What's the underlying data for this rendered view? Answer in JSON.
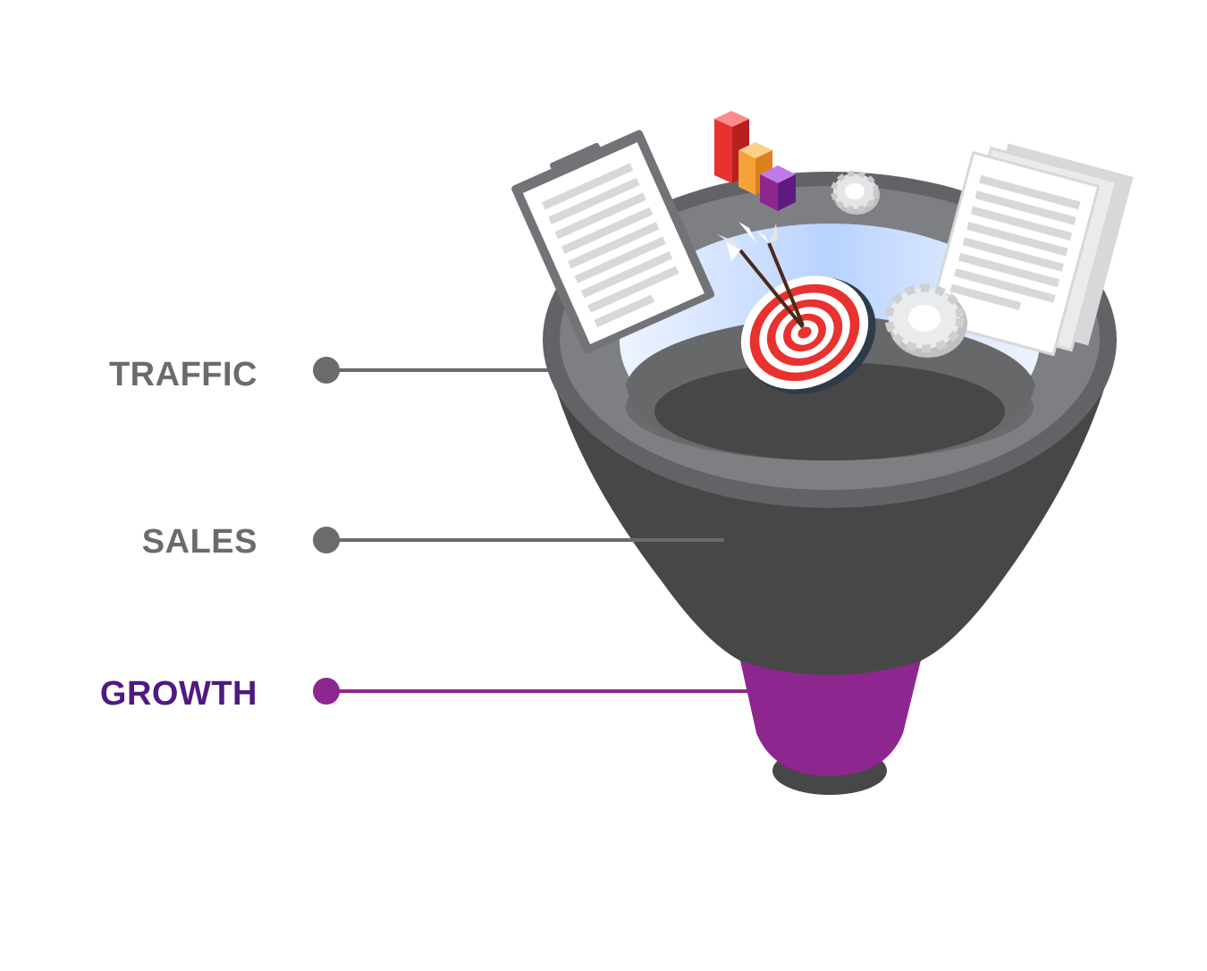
{
  "stages": [
    {
      "id": "traffic",
      "label": "TRAFFIC",
      "color": "#6b6b6b"
    },
    {
      "id": "sales",
      "label": "SALES",
      "color": "#6b6b6b"
    },
    {
      "id": "growth",
      "label": "GROWTH",
      "color": "#4f1a7f"
    }
  ],
  "colors": {
    "funnel_dark": "#474747",
    "funnel_rim": "#7e7f83",
    "funnel_rim_dark": "#626366",
    "growth_purple": "#8e268f",
    "connector_gray": "#6b6b6b",
    "connector_purple": "#8e268f",
    "target_red": "#e8322f",
    "inner_glow": "#c6dbff"
  },
  "icons": [
    "clipboard-icon",
    "bar-chart-icon",
    "gear-icon",
    "target-icon",
    "arrow-icon",
    "document-stack-icon"
  ]
}
